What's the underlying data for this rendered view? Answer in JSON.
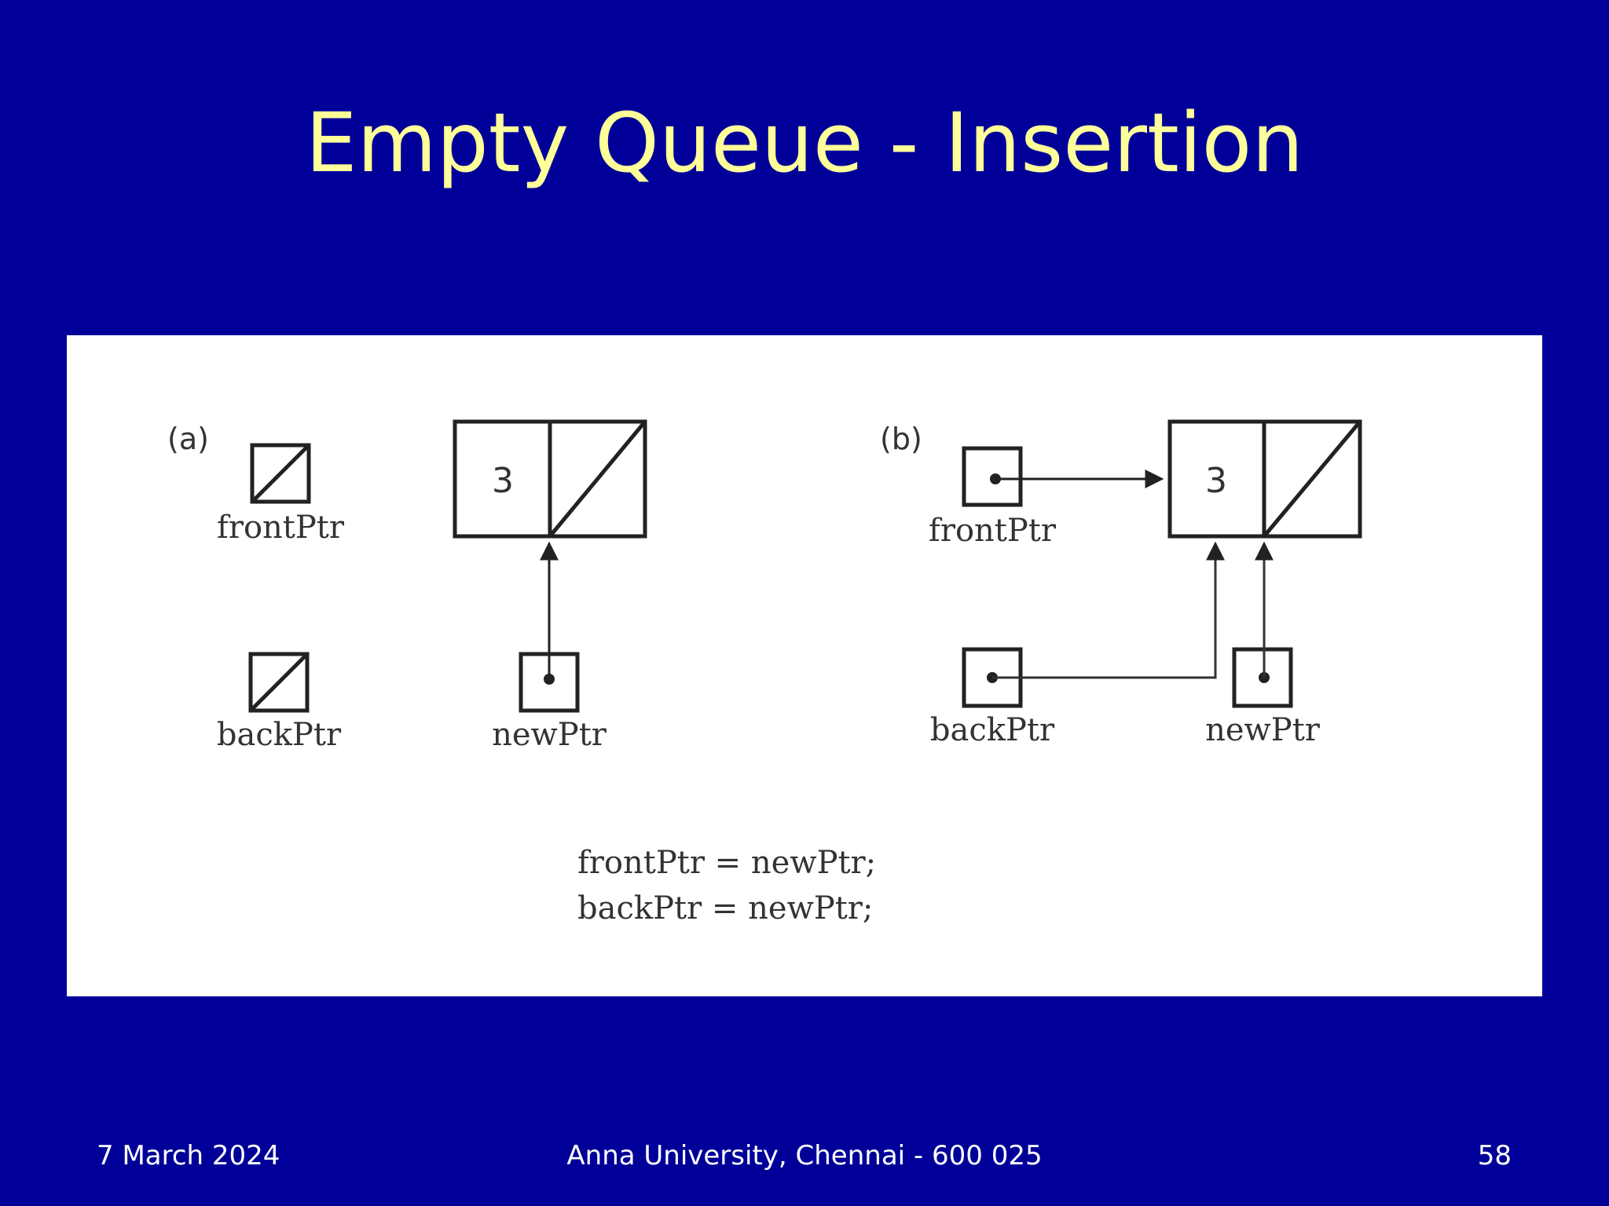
{
  "slide": {
    "title": "Empty Queue - Insertion",
    "footer_date": "7 March 2024",
    "footer_center": "Anna University, Chennai - 600 025",
    "page_number": "58"
  },
  "diagram": {
    "panel_a": {
      "label": "(a)",
      "front_ptr_label": "frontPtr",
      "back_ptr_label": "backPtr",
      "new_ptr_label": "newPtr",
      "node_value": "3"
    },
    "panel_b": {
      "label": "(b)",
      "front_ptr_label": "frontPtr",
      "back_ptr_label": "backPtr",
      "new_ptr_label": "newPtr",
      "node_value": "3"
    },
    "code": [
      "frontPtr = newPtr;",
      "backPtr = newPtr;"
    ]
  }
}
